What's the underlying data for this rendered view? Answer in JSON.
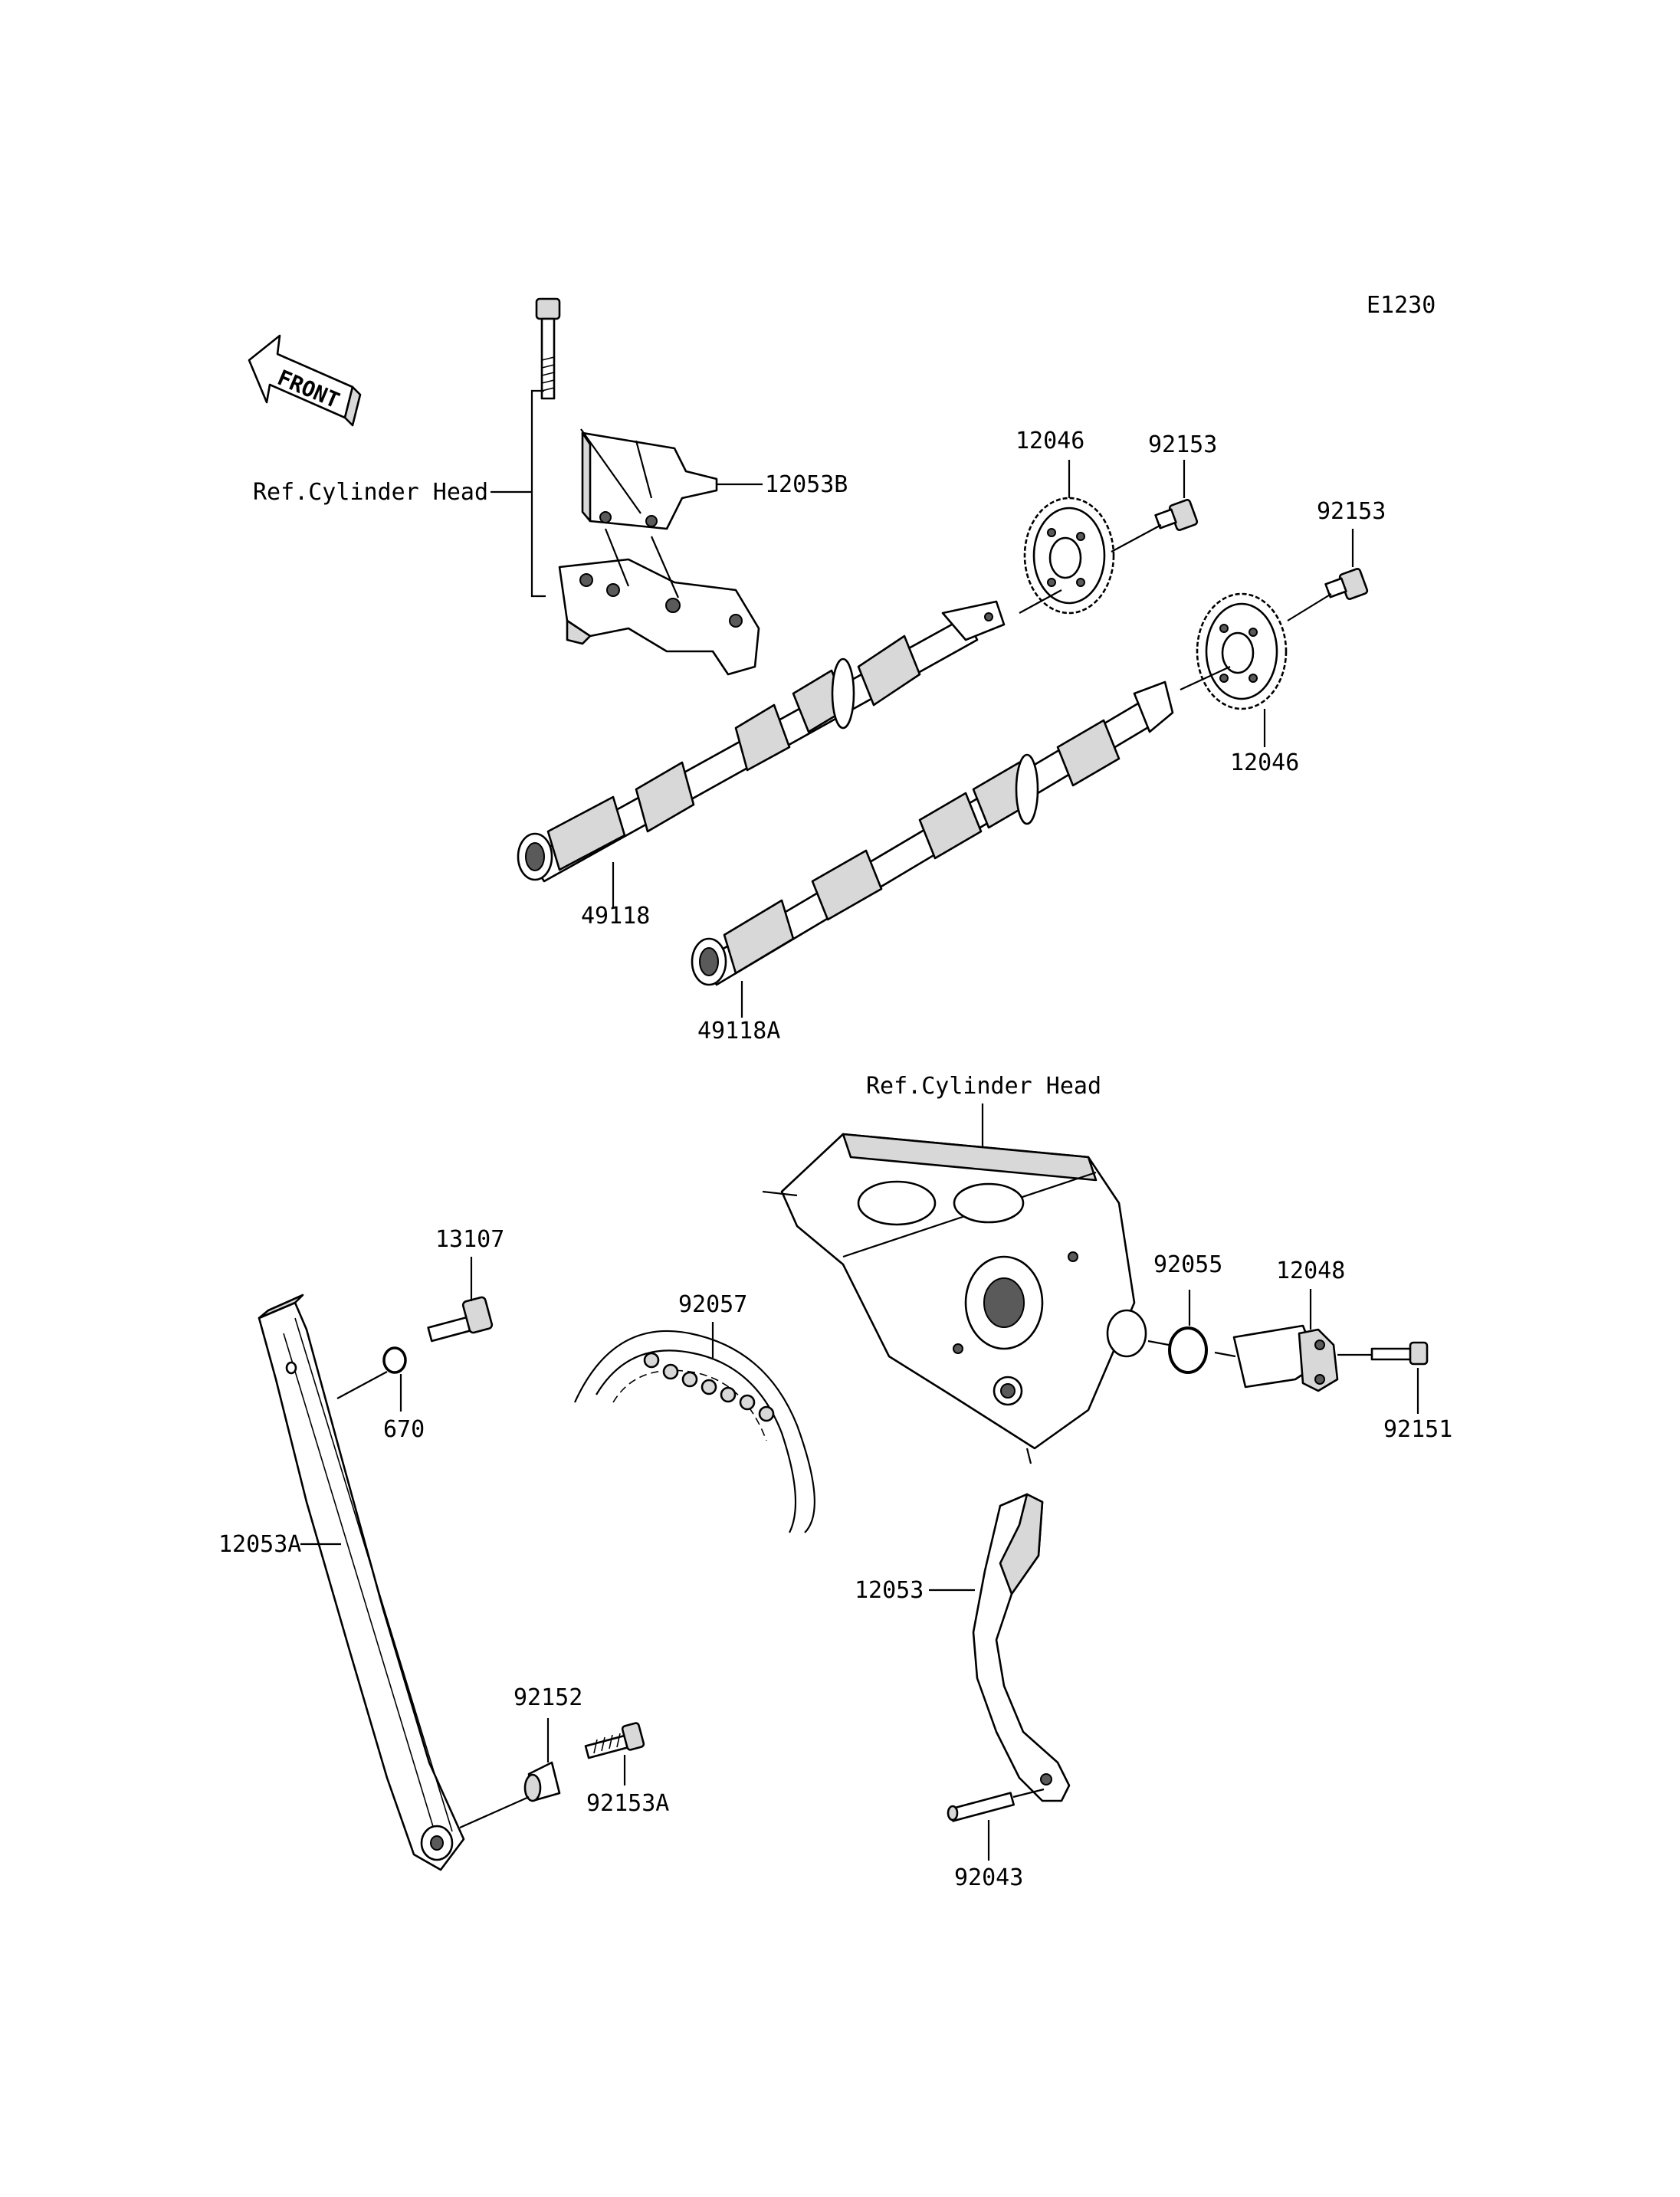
{
  "diagram_code": "E1230",
  "front_label": "FRONT",
  "labels": {
    "ref_cylinder_head_top": "Ref.Cylinder Head",
    "ref_cylinder_head_bottom": "Ref.Cylinder Head",
    "p12053B": "12053B",
    "p12046_top": "12046",
    "p92153_top": "92153",
    "p92153_right": "92153",
    "p12046_right": "12046",
    "p49118": "49118",
    "p49118A": "49118A",
    "p13107": "13107",
    "p670": "670",
    "p92057": "92057",
    "p92055": "92055",
    "p12048": "12048",
    "p92151": "92151",
    "p12053A": "12053A",
    "p12053": "12053",
    "p92152": "92152",
    "p92153A": "92153A",
    "p92043": "92043"
  }
}
